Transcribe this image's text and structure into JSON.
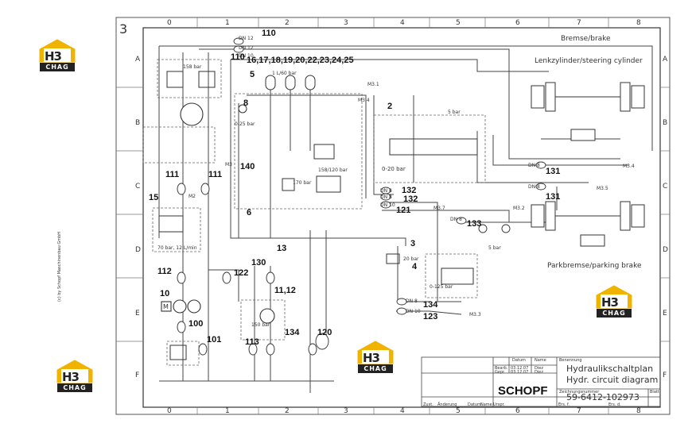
{
  "sheet_number": "3",
  "zone_columns": [
    "0",
    "1",
    "2",
    "3",
    "4",
    "5",
    "6",
    "7",
    "8"
  ],
  "zone_rows": [
    "A",
    "B",
    "C",
    "D",
    "E",
    "F"
  ],
  "logos": [
    {
      "mark": "H3",
      "caption": "CHAG"
    },
    {
      "mark": "H3",
      "caption": "CHAG"
    },
    {
      "mark": "H3",
      "caption": "CHAG"
    },
    {
      "mark": "H3",
      "caption": "CHAG"
    }
  ],
  "titles": {
    "brake": "Bremse/brake",
    "steering": "Lenkzylinder/steering cylinder",
    "parking": "Parkbremse/parking brake"
  },
  "callouts": {
    "c110a": "110",
    "c110b": "110",
    "list": "16,17,18,19,20,22,23,24,25",
    "c5": "5",
    "c8": "8",
    "c2": "2",
    "c140": "140",
    "c111a": "111",
    "c111b": "111",
    "c15": "15",
    "c6": "6",
    "c131a": "131",
    "c131b": "131",
    "c132a": "132",
    "c132b": "132",
    "c121": "121",
    "c133": "133",
    "c3": "3",
    "c4": "4",
    "c13": "13",
    "c130": "130",
    "c112": "112",
    "c122": "122",
    "c1112": "11,12",
    "c10": "10",
    "c100": "100",
    "c134a": "134",
    "c123": "123",
    "c101": "101",
    "c113": "113",
    "c134b": "134",
    "c120": "120"
  },
  "diagram_text": {
    "dn12": "DN 12",
    "dn12b": "DN 12",
    "dn10": "DN 10",
    "p158": "158 bar",
    "flow": "1 L/60 bar",
    "m31": "M3.1",
    "m34a": "M3.4",
    "p025": "0-25 bar",
    "p5": "5 bar",
    "p020": "0-20 bar",
    "p158_120": "158/120 bar",
    "p170": "170 bar",
    "m3": "M3",
    "m2": "M2",
    "dn8a": "DN 8",
    "m34b": "M3.4",
    "dn8b": "DN 8",
    "m35": "M3.5",
    "dn8c": "DN 8",
    "dn8d": "DN 8",
    "dn10b": "DN 10",
    "m37": "M3.7",
    "m32": "M3.2",
    "dn8e": "DN 8",
    "p5b": "5 bar",
    "p70": "70 bar, 12 L/min",
    "p20": "20 bar",
    "p0125": "0-125 bar",
    "dn8f": "DN 8",
    "dn10c": "DN 10",
    "m33": "M3.3",
    "p150": "150 bar",
    "pump_m": "M"
  },
  "title_block": {
    "title_de": "Hydraulikschaltplan",
    "title_en": "Hydr. circuit diagram",
    "brand": "SCHOPF",
    "drawing_no": "59-6412-102973",
    "date_label": "Datum",
    "name_label": "Name",
    "drawn_label": "Bearb.",
    "check_label": "Gepr.",
    "date1": "03.12.07",
    "date2": "03.12.07",
    "name1": "Diez",
    "name2": "Diez",
    "benennung": "Benennung",
    "zeichnungsnr": "Zeichnungsnummer",
    "blatt": "Blatt",
    "rev_cols": [
      "Zust.",
      "Änderung",
      "Datum",
      "Name",
      "Urspr."
    ],
    "ers_label": "Ers. f.",
    "ers_d_label": "Ers. d."
  },
  "side_note": "(c) by Schopf Maschinenbau GmbH"
}
